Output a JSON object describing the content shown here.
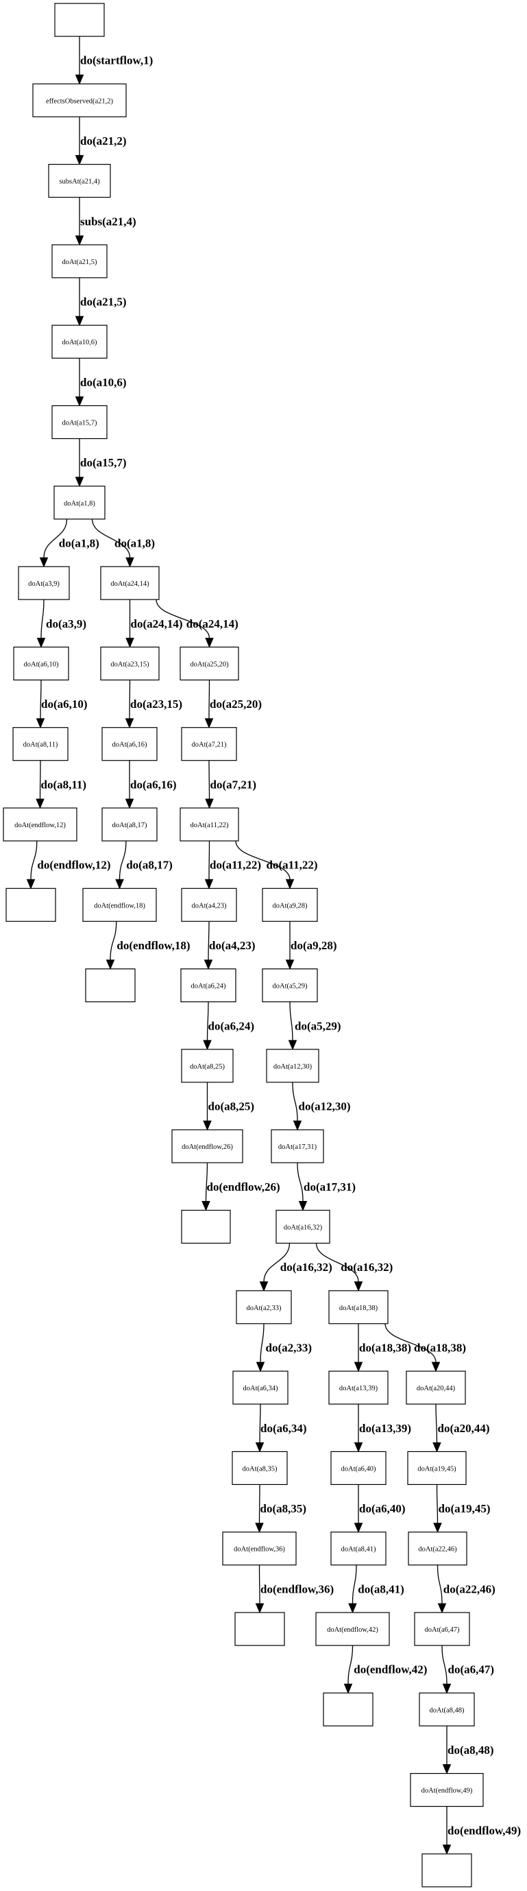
{
  "nodes": [
    {
      "label": ""
    },
    {
      "label": "effectsObserved(a21,2)"
    },
    {
      "label": "subsAt(a21,4)"
    },
    {
      "label": "doAt(a21,5)"
    },
    {
      "label": "doAt(a10,6)"
    },
    {
      "label": "doAt(a15,7)"
    },
    {
      "label": "doAt(a1,8)"
    },
    {
      "label": "doAt(a3,9)"
    },
    {
      "label": "doAt(a24,14)"
    },
    {
      "label": "doAt(a6,10)"
    },
    {
      "label": "doAt(a23,15)"
    },
    {
      "label": "doAt(a25,20)"
    },
    {
      "label": "doAt(a8,11)"
    },
    {
      "label": "doAt(a6,16)"
    },
    {
      "label": "doAt(a7,21)"
    },
    {
      "label": "doAt(endflow,12)"
    },
    {
      "label": "doAt(a8,17)"
    },
    {
      "label": "doAt(a11,22)"
    },
    {
      "label": ""
    },
    {
      "label": "doAt(endflow,18)"
    },
    {
      "label": "doAt(a4,23)"
    },
    {
      "label": "doAt(a9,28)"
    },
    {
      "label": ""
    },
    {
      "label": "doAt(a6,24)"
    },
    {
      "label": "doAt(a5,29)"
    },
    {
      "label": "doAt(a8,25)"
    },
    {
      "label": "doAt(a12,30)"
    },
    {
      "label": "doAt(endflow,26)"
    },
    {
      "label": "doAt(a17,31)"
    },
    {
      "label": ""
    },
    {
      "label": "doAt(a16,32)"
    },
    {
      "label": "doAt(a2,33)"
    },
    {
      "label": "doAt(a18,38)"
    },
    {
      "label": "doAt(a6,34)"
    },
    {
      "label": "doAt(a13,39)"
    },
    {
      "label": "doAt(a20,44)"
    },
    {
      "label": "doAt(a8,35)"
    },
    {
      "label": "doAt(a6,40)"
    },
    {
      "label": "doAt(a19,45)"
    },
    {
      "label": "doAt(endflow,36)"
    },
    {
      "label": "doAt(a8,41)"
    },
    {
      "label": "doAt(a22,46)"
    },
    {
      "label": ""
    },
    {
      "label": "doAt(endflow,42)"
    },
    {
      "label": "doAt(a6,47)"
    },
    {
      "label": ""
    },
    {
      "label": "doAt(a8,48)"
    },
    {
      "label": "doAt(endflow,49)"
    },
    {
      "label": ""
    }
  ],
  "edges": [
    {
      "from": 0,
      "to": 1,
      "label": "do(startflow,1)"
    },
    {
      "from": 1,
      "to": 2,
      "label": "do(a21,2)"
    },
    {
      "from": 2,
      "to": 3,
      "label": "subs(a21,4)"
    },
    {
      "from": 3,
      "to": 4,
      "label": "do(a21,5)"
    },
    {
      "from": 4,
      "to": 5,
      "label": "do(a10,6)"
    },
    {
      "from": 5,
      "to": 6,
      "label": "do(a15,7)"
    },
    {
      "from": 6,
      "to": 7,
      "label": "do(a1,8)"
    },
    {
      "from": 6,
      "to": 8,
      "label": "do(a1,8)"
    },
    {
      "from": 7,
      "to": 9,
      "label": "do(a3,9)"
    },
    {
      "from": 9,
      "to": 12,
      "label": "do(a6,10)"
    },
    {
      "from": 12,
      "to": 15,
      "label": "do(a8,11)"
    },
    {
      "from": 15,
      "to": 18,
      "label": "do(endflow,12)"
    },
    {
      "from": 8,
      "to": 10,
      "label": "do(a24,14)"
    },
    {
      "from": 8,
      "to": 11,
      "label": "do(a24,14)"
    },
    {
      "from": 10,
      "to": 13,
      "label": "do(a23,15)"
    },
    {
      "from": 13,
      "to": 16,
      "label": "do(a6,16)"
    },
    {
      "from": 16,
      "to": 19,
      "label": "do(a8,17)"
    },
    {
      "from": 19,
      "to": 22,
      "label": "do(endflow,18)"
    },
    {
      "from": 11,
      "to": 14,
      "label": "do(a25,20)"
    },
    {
      "from": 14,
      "to": 17,
      "label": "do(a7,21)"
    },
    {
      "from": 17,
      "to": 20,
      "label": "do(a11,22)"
    },
    {
      "from": 17,
      "to": 21,
      "label": "do(a11,22)"
    },
    {
      "from": 20,
      "to": 23,
      "label": "do(a4,23)"
    },
    {
      "from": 23,
      "to": 25,
      "label": "do(a6,24)"
    },
    {
      "from": 25,
      "to": 27,
      "label": "do(a8,25)"
    },
    {
      "from": 27,
      "to": 29,
      "label": "do(endflow,26)"
    },
    {
      "from": 21,
      "to": 24,
      "label": "do(a9,28)"
    },
    {
      "from": 24,
      "to": 26,
      "label": "do(a5,29)"
    },
    {
      "from": 26,
      "to": 28,
      "label": "do(a12,30)"
    },
    {
      "from": 28,
      "to": 30,
      "label": "do(a17,31)"
    },
    {
      "from": 30,
      "to": 31,
      "label": "do(a16,32)"
    },
    {
      "from": 30,
      "to": 32,
      "label": "do(a16,32)"
    },
    {
      "from": 31,
      "to": 33,
      "label": "do(a2,33)"
    },
    {
      "from": 33,
      "to": 36,
      "label": "do(a6,34)"
    },
    {
      "from": 36,
      "to": 39,
      "label": "do(a8,35)"
    },
    {
      "from": 39,
      "to": 42,
      "label": "do(endflow,36)"
    },
    {
      "from": 32,
      "to": 34,
      "label": "do(a18,38)"
    },
    {
      "from": 32,
      "to": 35,
      "label": "do(a18,38)"
    },
    {
      "from": 34,
      "to": 37,
      "label": "do(a13,39)"
    },
    {
      "from": 37,
      "to": 40,
      "label": "do(a6,40)"
    },
    {
      "from": 40,
      "to": 43,
      "label": "do(a8,41)"
    },
    {
      "from": 43,
      "to": 45,
      "label": "do(endflow,42)"
    },
    {
      "from": 35,
      "to": 38,
      "label": "do(a20,44)"
    },
    {
      "from": 38,
      "to": 41,
      "label": "do(a19,45)"
    },
    {
      "from": 41,
      "to": 44,
      "label": "do(a22,46)"
    },
    {
      "from": 44,
      "to": 46,
      "label": "do(a6,47)"
    },
    {
      "from": 46,
      "to": 47,
      "label": "do(a8,48)"
    },
    {
      "from": 47,
      "to": 48,
      "label": "do(endflow,49)"
    }
  ]
}
